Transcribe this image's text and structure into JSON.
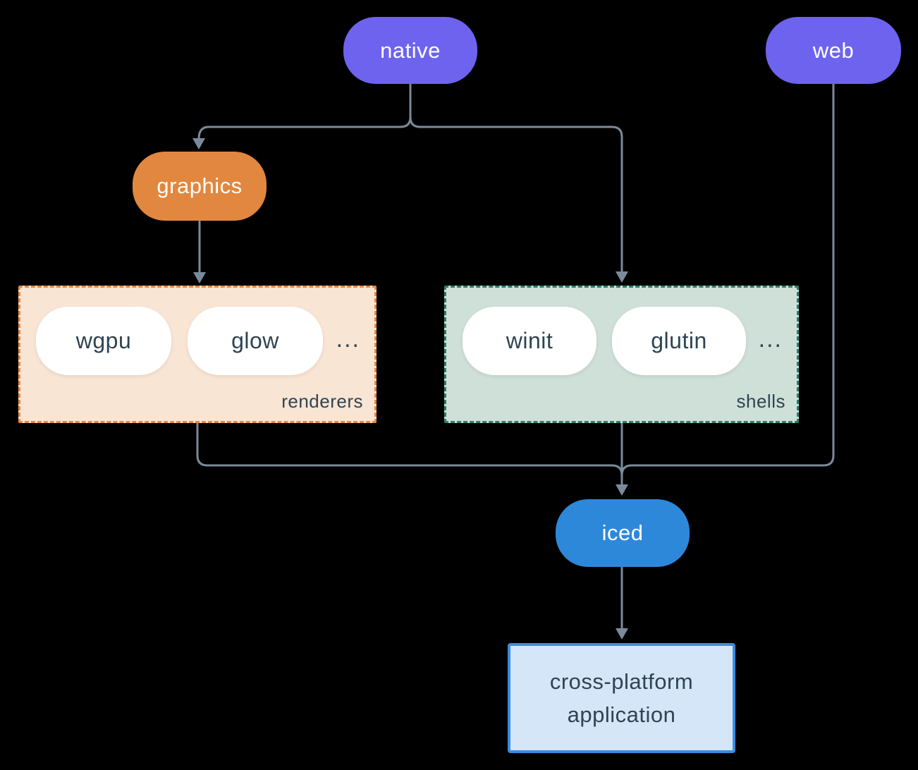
{
  "colors": {
    "background": "#000000",
    "platform_purple": "#6e63ef",
    "graphics_orange": "#e2873f",
    "iced_blue": "#2e88da",
    "renderers_fill": "#f9e5d4",
    "renderers_border": "#e8873f",
    "shells_fill": "#cfe0d8",
    "shells_border": "#2f7d6d",
    "app_fill": "#d4e6f8",
    "app_border": "#3b8de2",
    "edge_gray": "#7b8a9a",
    "text_dark": "#2e4453",
    "text_light": "#ffffff"
  },
  "nodes": {
    "native": "native",
    "web": "web",
    "graphics": "graphics",
    "iced": "iced",
    "application": "cross-platform application"
  },
  "groups": {
    "renderers": {
      "label": "renderers",
      "items": [
        "wgpu",
        "glow"
      ],
      "more": "..."
    },
    "shells": {
      "label": "shells",
      "items": [
        "winit",
        "glutin"
      ],
      "more": "..."
    }
  }
}
